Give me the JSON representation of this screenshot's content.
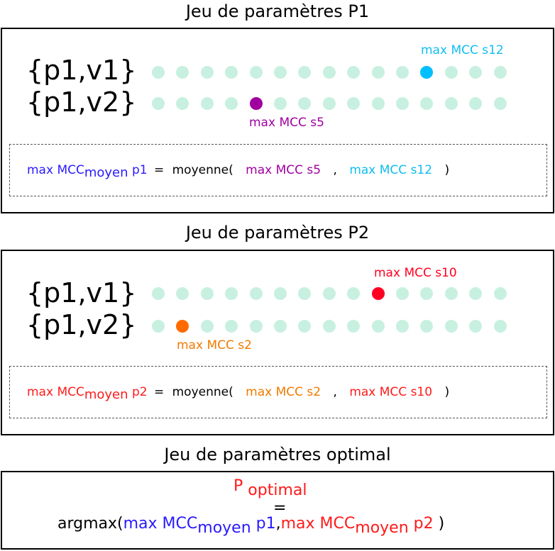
{
  "panel1": {
    "title": "Jeu de paramètres P1",
    "row1_label": "{p1,v1}",
    "row2_label": "{p1,v2}",
    "row1_highlight": {
      "index": 11,
      "color": "#00bfff",
      "label": "max MCC s12"
    },
    "row2_highlight": {
      "index": 4,
      "color": "#a000a0",
      "label": "max MCC s5"
    },
    "formula": {
      "lhs_main": "max MCC",
      "lhs_sub": "moyen",
      "lhs_suffix": "p1",
      "equals": "=",
      "func": "moyenne(",
      "arg1": "max MCC s5",
      "comma": ",",
      "arg2": "max MCC s12",
      "close": ")"
    }
  },
  "panel2": {
    "title": "Jeu de paramètres P2",
    "row1_label": "{p1,v1}",
    "row2_label": "{p1,v2}",
    "row1_highlight": {
      "index": 9,
      "color": "#ff0022",
      "label": "max MCC s10"
    },
    "row2_highlight": {
      "index": 1,
      "color": "#ff6a00",
      "label": "max MCC s2"
    },
    "formula": {
      "lhs_main": "max MCC",
      "lhs_sub": "moyen",
      "lhs_suffix": "p2",
      "equals": "=",
      "func": "moyenne(",
      "arg1": "max MCC s2",
      "comma": ",",
      "arg2": "max MCC s10",
      "close": ")"
    }
  },
  "optimal": {
    "title": "Jeu de paramètres optimal",
    "p_letter": "P",
    "p_sub": "optimal",
    "equals": "=",
    "func": "argmax(",
    "arg1_main": "max MCC",
    "arg1_sub": "moyen",
    "arg1_suffix": "p1",
    "comma": ",",
    "arg2_main": "max MCC",
    "arg2_sub": "moyen",
    "arg2_suffix": "p2",
    "close": ")"
  },
  "colors": {
    "dot": "#c8f0e0",
    "blue": "#2a1aff",
    "red": "#ff1a1a",
    "purple": "#a000a0",
    "cyan": "#10bdf0",
    "orange": "#f07a00"
  },
  "dots_per_row": 15
}
